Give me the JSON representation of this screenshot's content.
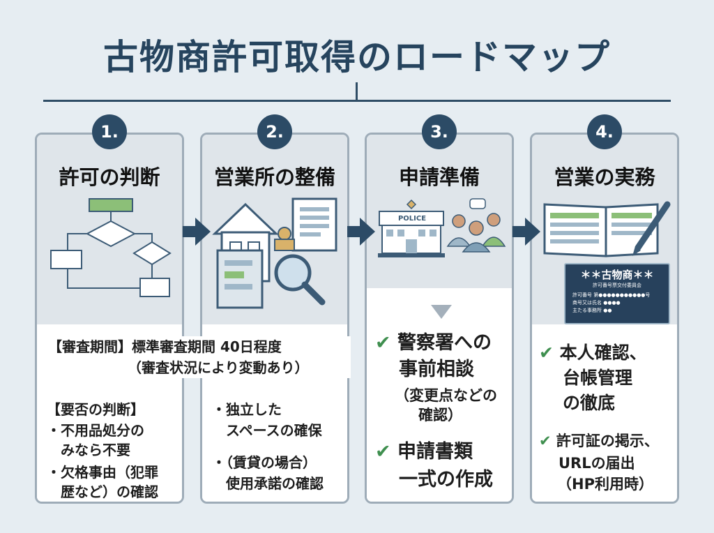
{
  "title": "古物商許可取得のロードマップ",
  "steps": [
    {
      "number": "1.",
      "title": "許可の判断"
    },
    {
      "number": "2.",
      "title": "営業所の整備"
    },
    {
      "number": "3.",
      "title": "申請準備"
    },
    {
      "number": "4.",
      "title": "営業の実務"
    }
  ],
  "step1": {
    "banner_label": "【審査期間】",
    "banner_text": "標準審査期間 40日程度",
    "banner_note": "（審査状況により変動あり）",
    "heading": "【要否の判断】",
    "bullets": [
      "・不用品処分の",
      "　みなら不要",
      "・欠格事由（犯罪",
      "　歴など）の確認"
    ]
  },
  "step2": {
    "bullets": [
      "・独立した",
      "　スペースの確保",
      "・（賃貸の場合）",
      "　使用承諾の確認"
    ]
  },
  "step3": {
    "police_sign": "POLICE",
    "items": [
      {
        "check": "✔",
        "lines": [
          "警察署への",
          "事前相談"
        ],
        "note": [
          "（変更点などの",
          "確認）"
        ]
      },
      {
        "check": "✔",
        "lines": [
          "申請書類",
          "一式の作成"
        ]
      }
    ]
  },
  "step4": {
    "license_title": "＊＊古物商＊＊",
    "license_sub": "許可番号票交付委員会",
    "license_lines": [
      "許可番号 第●●●●●●●●●●●号",
      "商号又は氏名 ●●●●",
      "主たる事務所 ●●"
    ],
    "items": [
      {
        "check": "✔",
        "lines": [
          "本人確認、",
          "台帳管理",
          "の徹底"
        ]
      },
      {
        "check": "✔",
        "lines": [
          "許可証の掲示、",
          "URLの届出",
          "（HP利用時）"
        ]
      }
    ]
  },
  "colors": {
    "navy": "#2c4b66",
    "green": "#3f8f4f",
    "card_bg": "#dfe5ea",
    "page_bg": "#e6edf2"
  }
}
